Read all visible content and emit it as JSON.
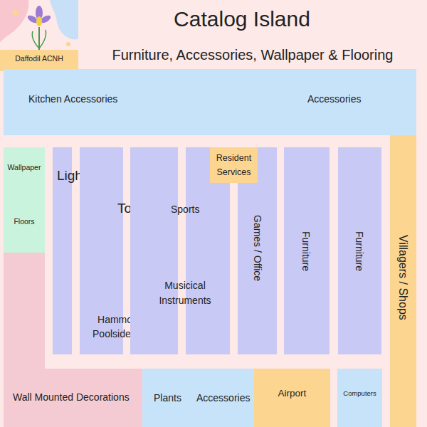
{
  "diagram": {
    "title": "Catalog Island",
    "nodes": [
      {
        "text": [
          "Daffodil ACNH"
        ]
      },
      {
        "text": [
          "Kitchen Accessories",
          "Accessories"
        ]
      },
      {
        "text": [
          "Wallpaper",
          "Floors"
        ]
      },
      {
        "text": [
          "Lighting"
        ]
      },
      {
        "text": [
          "Toys",
          "Hammocks/ Poolside beds"
        ]
      },
      {
        "text": [
          "Sports",
          "Musicical Instruments"
        ]
      },
      {
        "text": [
          "Resident Services"
        ]
      },
      {
        "text": [
          "Games / Office"
        ]
      },
      {
        "text": [
          "Furniture"
        ]
      },
      {
        "text": [
          "Furniture"
        ]
      },
      {
        "text": [
          "Villagers / Shops"
        ]
      },
      {
        "text": [
          "Wall Mounted Decorations"
        ]
      },
      {
        "text": [
          "Plants",
          "Accessories"
        ]
      },
      {
        "text": [
          "Airport"
        ]
      },
      {
        "text": [
          "Computers"
        ]
      }
    ],
    "labels": [
      "Furniture, Accessories, Wallpaper & Flooring"
    ]
  }
}
